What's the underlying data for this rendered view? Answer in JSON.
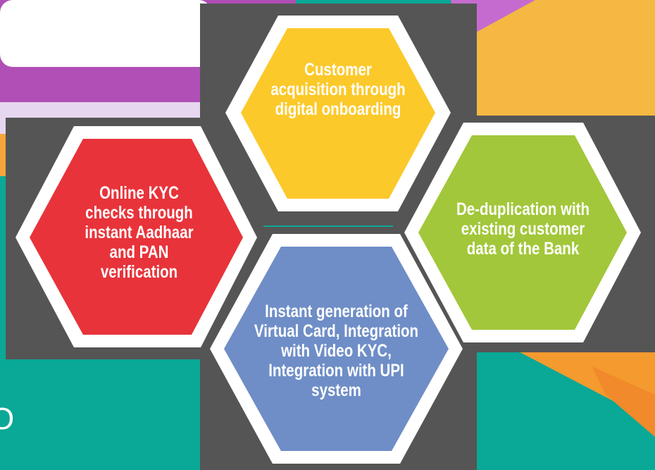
{
  "background": {
    "colors": {
      "teal": "#0aa896",
      "orange": "#f5a53a",
      "yellow": "#f5b842",
      "grey_panel": "#555555",
      "purple_glow": "#9a3fa8"
    },
    "partial_text": "O"
  },
  "diagram": {
    "nodes": [
      {
        "id": "acquisition",
        "text": "Customer acquisition through digital onboarding",
        "color": "#fcc92a"
      },
      {
        "id": "kyc",
        "text": "Online KYC checks through instant Aadhaar and PAN verification",
        "color": "#e8333a"
      },
      {
        "id": "dedup",
        "text": "De-duplication with existing customer data of the Bank",
        "color": "#a2c73a"
      },
      {
        "id": "instant",
        "text": "Instant generation of Virtual Card, Integration with Video KYC, Integration with UPI system",
        "color": "#6f8ec7"
      }
    ]
  }
}
